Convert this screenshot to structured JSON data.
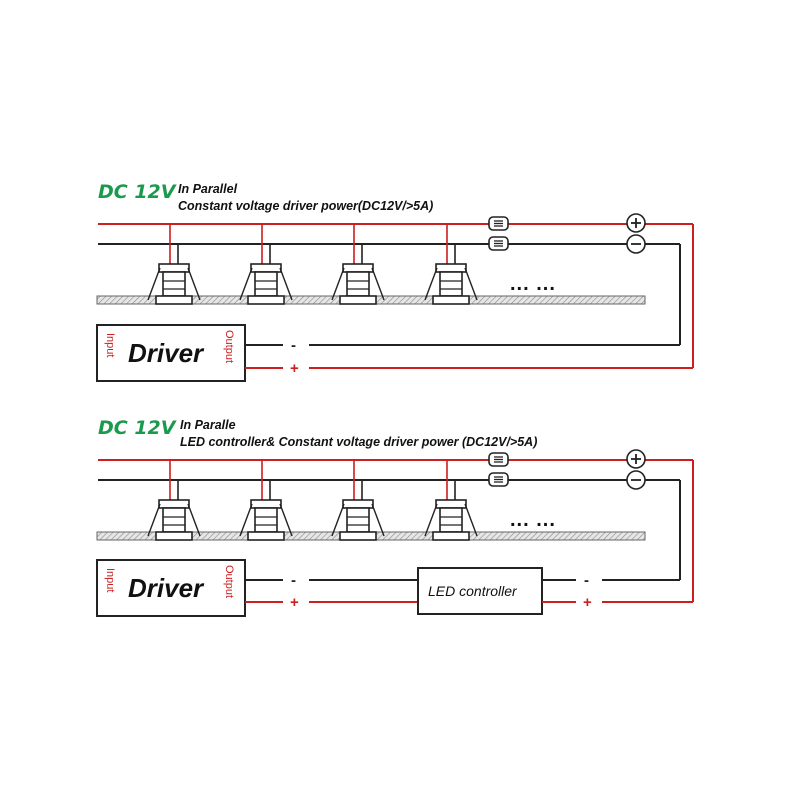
{
  "colors": {
    "positive": "#cc1f1f",
    "negative": "#222222",
    "heading": "#1a9a4c"
  },
  "diagram_top": {
    "dc_label": "DC 12V",
    "mode": "In Parallel",
    "description": "Constant voltage driver power(DC12V/>5A)",
    "driver": {
      "title": "Driver",
      "input": "Input",
      "output": "Output"
    },
    "minus_mark": "-",
    "plus_mark": "+",
    "continuation": "... ..."
  },
  "diagram_bottom": {
    "dc_label": "DC 12V",
    "mode": "In Paralle",
    "description": "LED controller& Constant voltage driver power (DC12V/>5A)",
    "driver": {
      "title": "Driver",
      "input": "Input",
      "output": "Output"
    },
    "controller": "LED controller",
    "minus_mark": "-",
    "plus_mark": "+",
    "continuation": "... ..."
  }
}
